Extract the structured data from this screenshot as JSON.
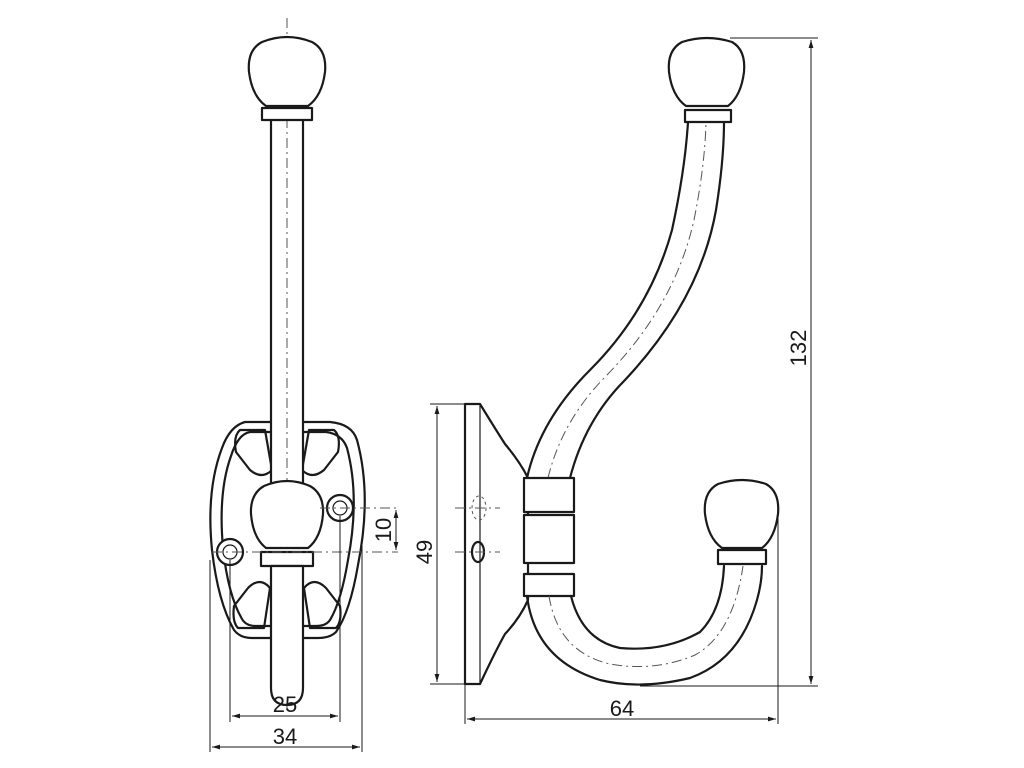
{
  "dimensions": {
    "width_inner": "25",
    "width_outer": "34",
    "hole_spacing": "10",
    "plate_height": "49",
    "depth": "64",
    "total_height": "132"
  }
}
